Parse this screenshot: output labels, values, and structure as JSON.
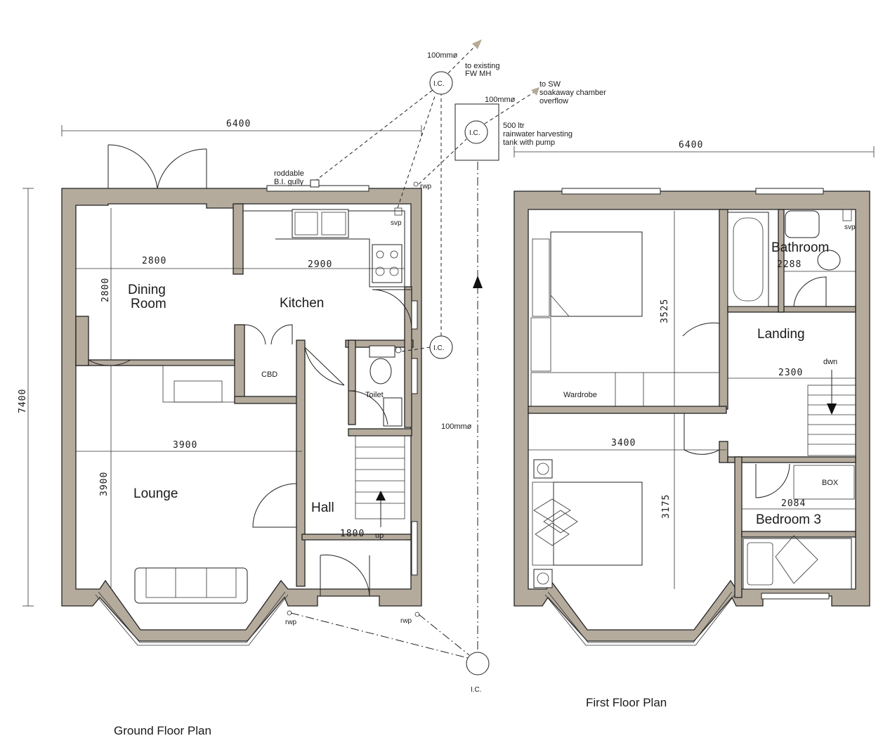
{
  "titles": {
    "ground": "Ground Floor Plan",
    "first": "First Floor Plan"
  },
  "ground_rooms": {
    "dining": "Dining",
    "dining2": "Room",
    "kitchen": "Kitchen",
    "cbd": "CBD",
    "toilet": "Toilet",
    "lounge": "Lounge",
    "hall": "Hall",
    "up": "up"
  },
  "first_rooms": {
    "bathroom": "Bathroom",
    "landing": "Landing",
    "wardrobe": "Wardrobe",
    "box": "BOX",
    "bedroom3": "Bedroom 3",
    "dwn": "dwn",
    "svp": "svp"
  },
  "dimensions": {
    "g_width": "6400",
    "g_depth": "7400",
    "dining_w": "2800",
    "dining_d": "2800",
    "kitchen_w": "2900",
    "lounge_w": "3900",
    "lounge_d": "3900",
    "hall_w": "1800",
    "f_width": "6400",
    "bath_w": "2288",
    "bed1_d": "3525",
    "landing_w": "2300",
    "bed2_w": "3400",
    "bed2_d": "3175",
    "bed3_w": "2084"
  },
  "drainage": {
    "pipe1": "100mmø",
    "to_fw1": "to existing",
    "to_fw2": "FW MH",
    "pipe2": "100mmø",
    "to_sw1": "to SW",
    "to_sw2": "soakaway chamber",
    "to_sw3": "overflow",
    "tank1": "500 ltr",
    "tank2": "rainwater harvesting",
    "tank3": "tank with pump",
    "ic": "I.C.",
    "gully1": "roddable",
    "gully2": "B.I. gully",
    "rwp": "rwp",
    "svp": "svp",
    "pipe3": "100mmø"
  }
}
